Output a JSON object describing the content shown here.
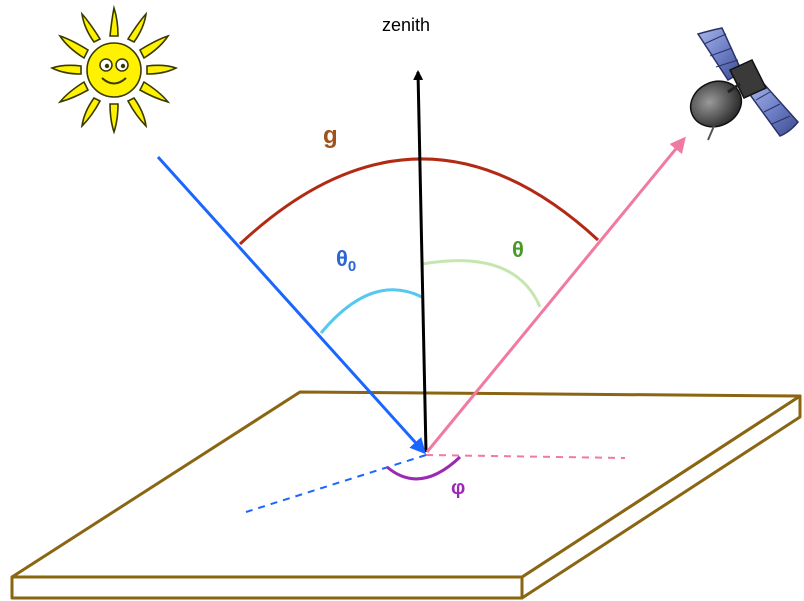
{
  "labels": {
    "zenith": "zenith",
    "phase_angle": "g",
    "solar_zenith_angle": "θ",
    "solar_zenith_subscript": "0",
    "view_zenith_angle": "θ",
    "relative_azimuth": "φ"
  },
  "colors": {
    "sun_ray": "#1a66ff",
    "view_ray": "#f07aa0",
    "zenith": "#000000",
    "phase_arc": "#b22a14",
    "phase_label": "#a0521a",
    "theta0_arc": "#55c8f0",
    "theta0_label": "#2a66d8",
    "theta_arc": "#c6e6b0",
    "theta_label": "#4a9a2a",
    "phi_arc": "#9a2ab4",
    "surface_edge": "#8a6512",
    "sun_face": "#fff200",
    "sun_outline": "#3a3a00"
  },
  "icons": [
    "sun-icon",
    "satellite-icon"
  ]
}
